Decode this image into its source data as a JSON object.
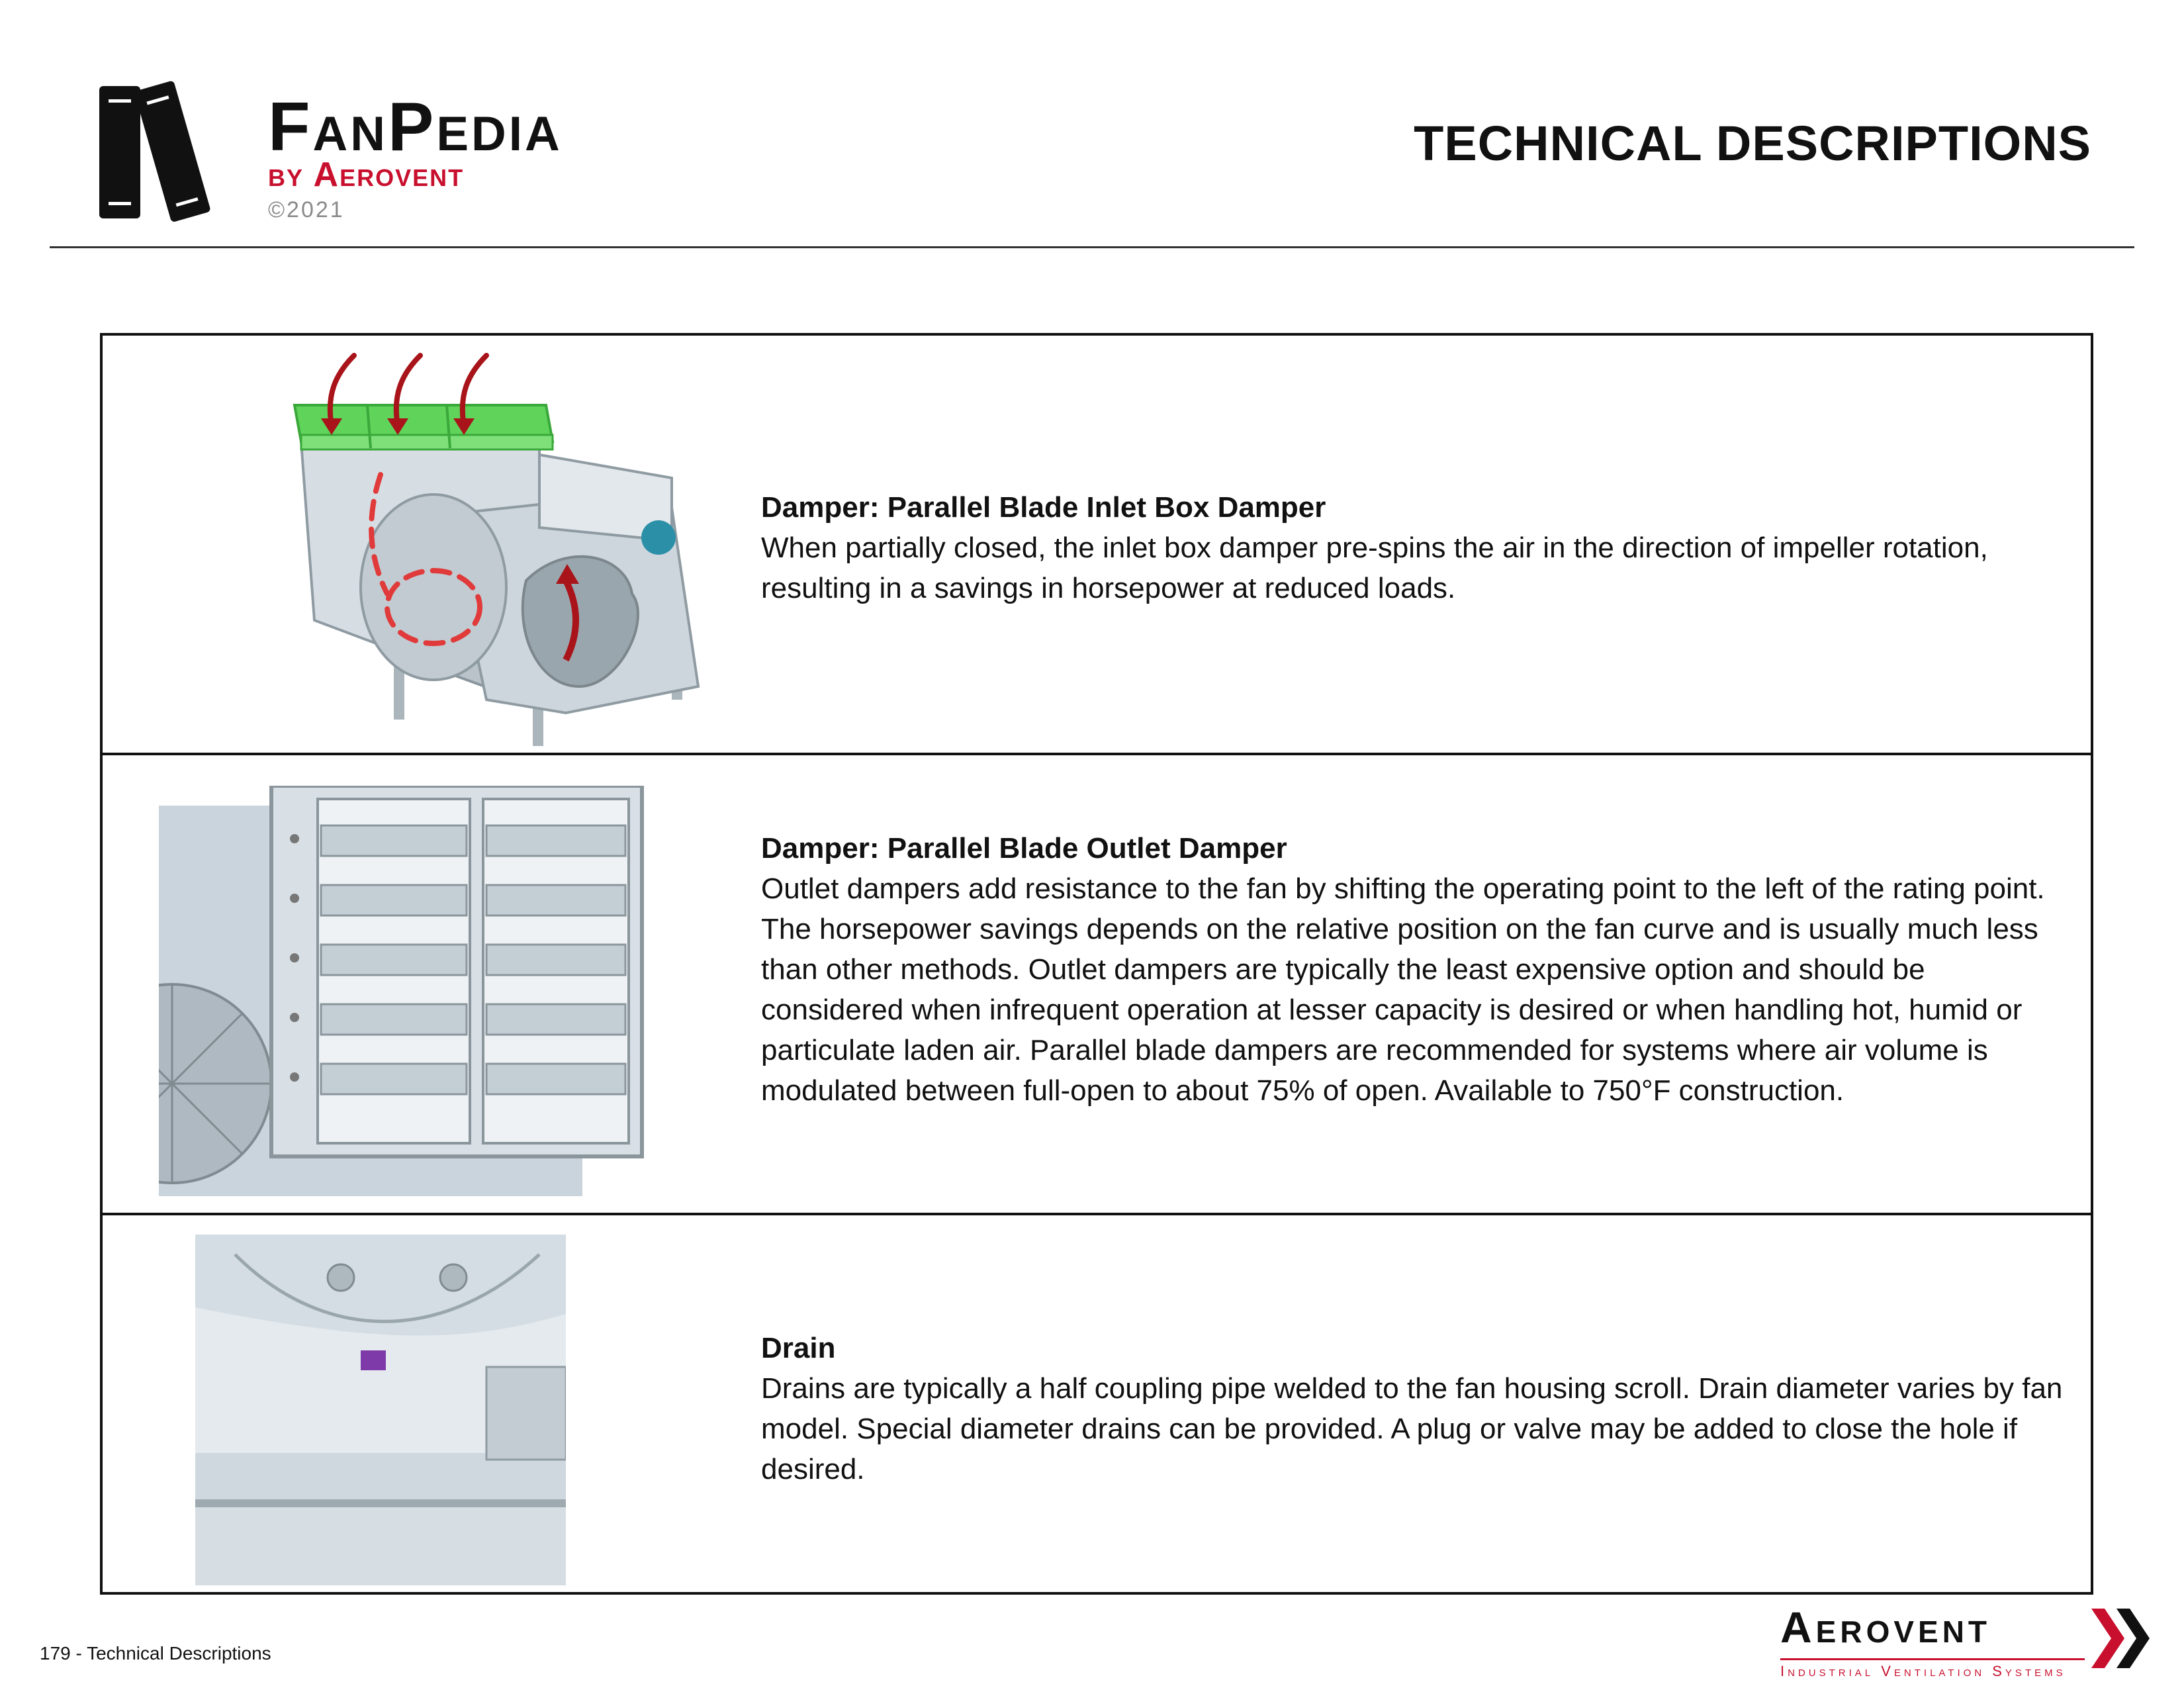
{
  "header": {
    "brand_name": "FanPedia",
    "brand_by": "by Aerovent",
    "copyright": "©2021",
    "title": "TECHNICAL DESCRIPTIONS"
  },
  "entries": [
    {
      "title": "Damper: Parallel Blade Inlet Box Damper",
      "text": "When partially closed, the inlet box damper pre-spins the air in the direction of impeller rotation, resulting in a savings in horsepower at reduced loads."
    },
    {
      "title": "Damper: Parallel Blade Outlet Damper",
      "text": "Outlet dampers add resistance to the fan by shifting the operating point to the left of the rating point. The horsepower savings depends on the relative position on the fan curve and is usually much less than other methods. Outlet dampers are typically the least expensive option and should be considered when infrequent operation at lesser capacity is desired or when handling hot, humid or particulate laden air. Parallel blade dampers are recommended for systems where air volume is modulated between full-open to about 75% of open. Available to 750°F construction."
    },
    {
      "title": "Drain",
      "text": "Drains are typically a half coupling pipe welded to the fan housing scroll. Drain diameter varies by fan model. Special diameter drains can be provided. A plug or valve may be added to close the hole if desired."
    }
  ],
  "footer": {
    "page_label": "179 - Technical Descriptions",
    "company": "Aerovent",
    "tagline": "Industrial Ventilation Systems"
  },
  "colors": {
    "brand_red": "#c8102e",
    "damper_green": "#5fd35a",
    "steel": "#c9d4dc"
  },
  "icons": [
    "books-icon",
    "chevron-right-icon"
  ]
}
